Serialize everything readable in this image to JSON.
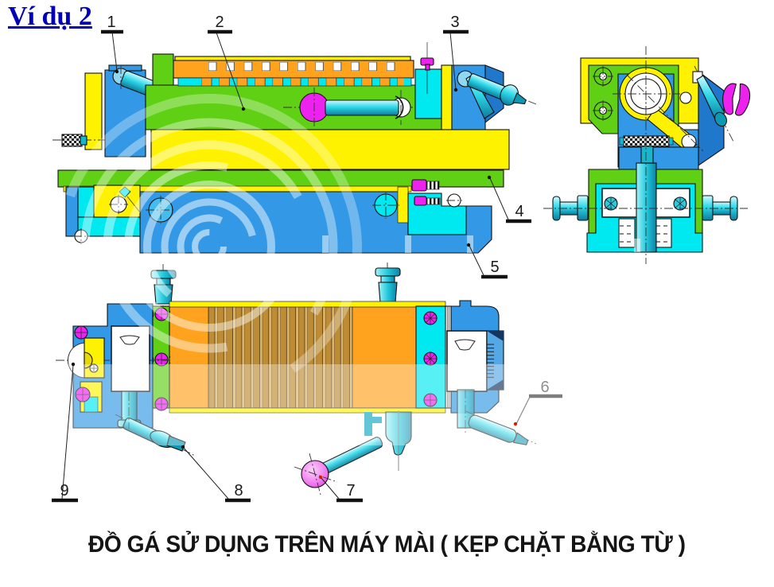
{
  "title": {
    "label": "Ví dụ 2"
  },
  "caption": {
    "label": "ĐỒ GÁ SỬ DỤNG TRÊN MÁY MÀI ( KẸP CHẶT BẰNG TỪ )"
  },
  "callouts": [
    {
      "label": "1"
    },
    {
      "label": "2"
    },
    {
      "label": "3"
    },
    {
      "label": "4"
    },
    {
      "label": "5"
    },
    {
      "label": "6"
    },
    {
      "label": "7"
    },
    {
      "label": "8"
    },
    {
      "label": "9"
    }
  ],
  "palette": {
    "blue": "#3399E6",
    "dark_blue": "#1F78CC",
    "green": "#5FD014",
    "yellow": "#FFF200",
    "orange": "#FFA21E",
    "cyan": "#00E8F0",
    "teal": "#18B6CC",
    "magenta": "#EE22EE",
    "pink": "#F07CF0",
    "fin_dark": "#BE8C34",
    "fin_light": "#D9B36B",
    "title_blue": "#0000BB",
    "outline": "#111111",
    "leader_red": "#CC2200"
  }
}
